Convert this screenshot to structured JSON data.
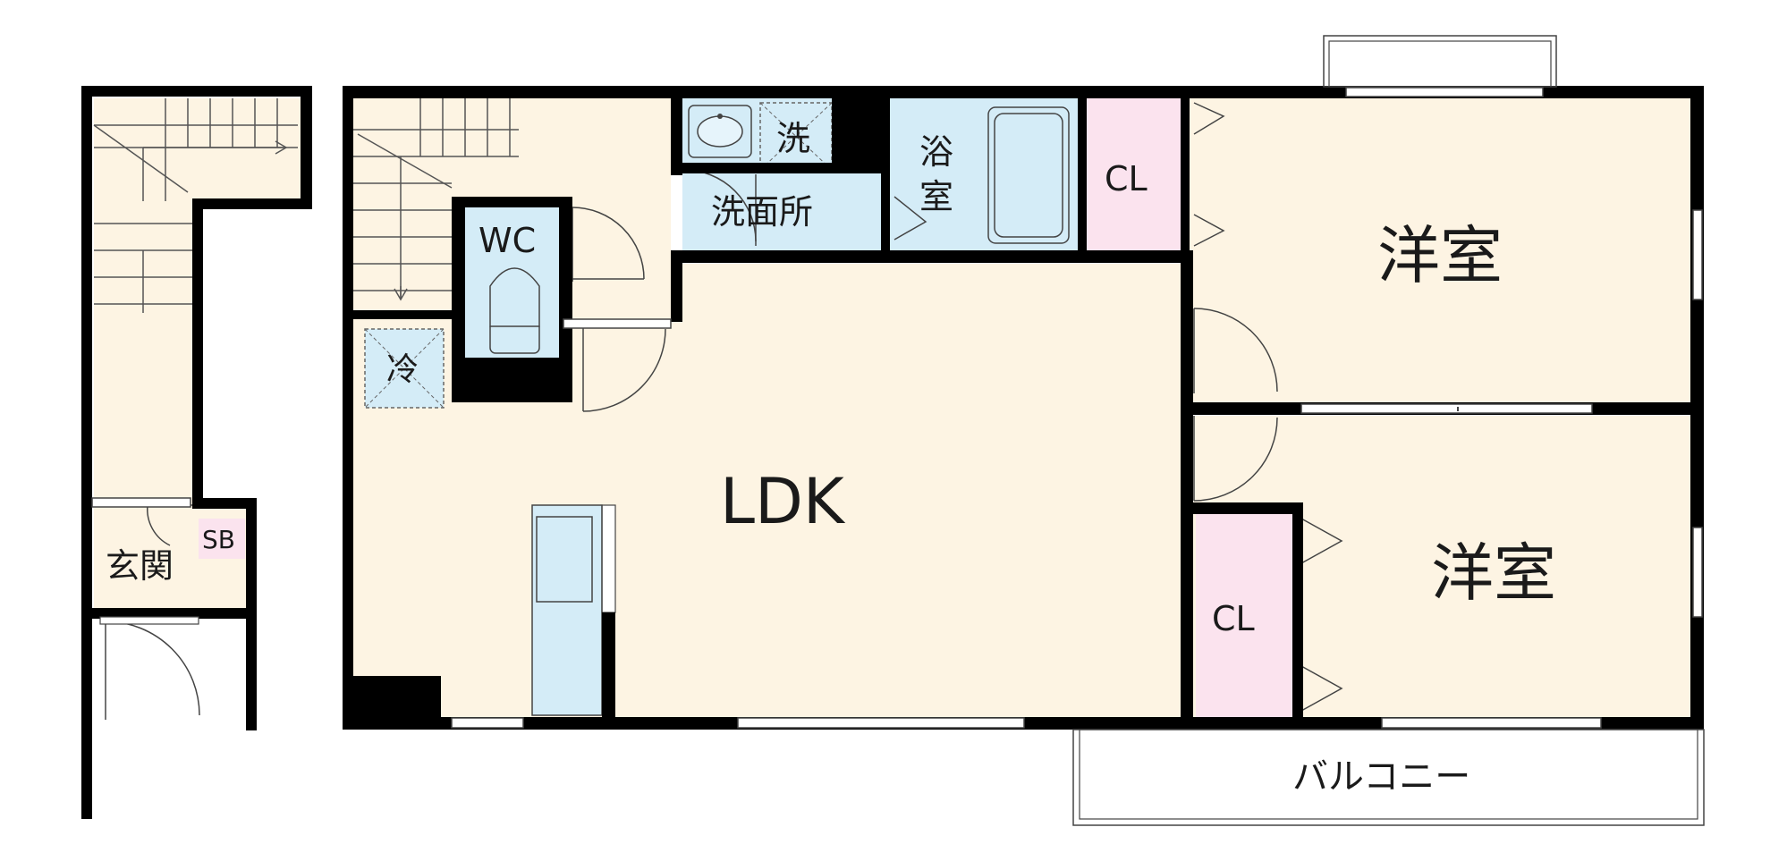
{
  "floorplan": {
    "colors": {
      "floor": "#fdf4e3",
      "wet": "#d4ecf7",
      "closet": "#fbe3ee",
      "wall": "#000000"
    },
    "rooms": {
      "ldk": "LDK",
      "western1": "洋室",
      "western2": "洋室",
      "closet1": "CL",
      "closet2": "CL",
      "wc": "WC",
      "washroom": "洗面所",
      "wash_machine": "洗",
      "bath_top": "浴",
      "bath_bottom": "室",
      "fridge": "冷",
      "entrance": "玄関",
      "shoebox": "SB",
      "balcony": "バルコニー"
    }
  }
}
